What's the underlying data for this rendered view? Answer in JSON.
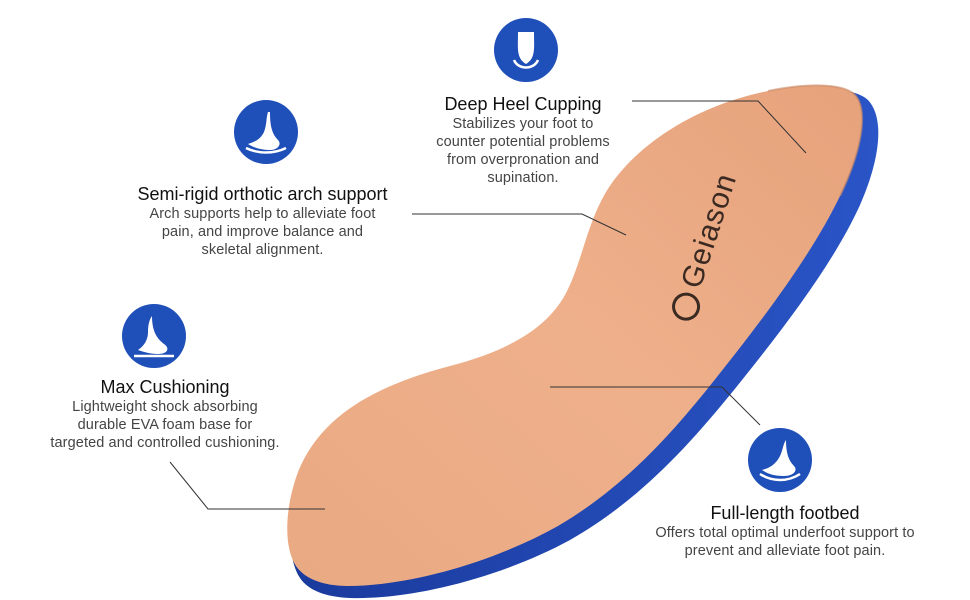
{
  "brand": {
    "logo_text": "Geiason"
  },
  "colors": {
    "accent": "#1f4fb8",
    "insole_top": "#e8a57f",
    "insole_base": "#1d3fa8"
  },
  "features": [
    {
      "id": "deep-heel-cupping",
      "icon": "heel-cup-icon",
      "title": "Deep Heel Cupping",
      "desc_lines": [
        "Stabilizes your foot to",
        "counter potential problems",
        "from overpronation and",
        "supination."
      ]
    },
    {
      "id": "arch-support",
      "icon": "foot-arch-icon",
      "title": "Semi-rigid orthotic arch support",
      "desc_lines": [
        "Arch supports help to alleviate foot",
        "pain, and improve balance and",
        "skeletal alignment."
      ]
    },
    {
      "id": "max-cushioning",
      "icon": "foot-cushion-icon",
      "title": "Max Cushioning",
      "desc_lines": [
        "Lightweight shock absorbing",
        "durable EVA foam base for",
        "targeted and controlled cushioning."
      ]
    },
    {
      "id": "full-length-footbed",
      "icon": "foot-footbed-icon",
      "title": "Full-length footbed",
      "desc_lines": [
        "Offers total optimal underfoot support to",
        "prevent and alleviate foot pain."
      ]
    }
  ]
}
